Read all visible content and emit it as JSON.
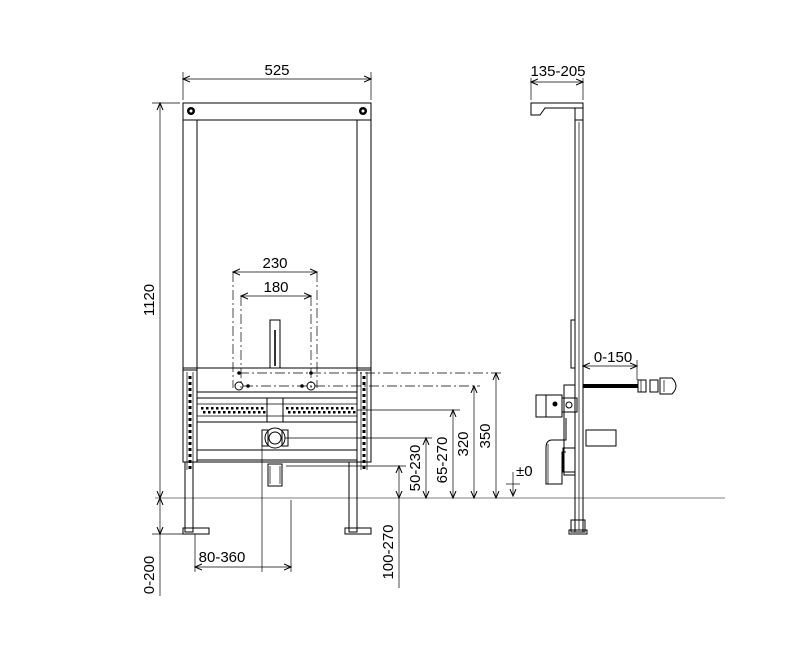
{
  "front_view": {
    "width_label": "525",
    "height_label": "1120",
    "outer_spacing_label": "230",
    "inner_spacing_label": "180",
    "drain_offset_label": "80-360",
    "foot_adjust_label": "0-200",
    "floor_offset_label": "100-270",
    "dim_50_230": "50-230",
    "dim_65_270": "65-270",
    "dim_320": "320",
    "dim_350": "350"
  },
  "side_view": {
    "depth_label": "135-205",
    "connection_label": "0-150",
    "zero_level_label": "±0"
  },
  "colors": {
    "line": "#000000",
    "floor_line": "#555555",
    "background": "#ffffff"
  }
}
